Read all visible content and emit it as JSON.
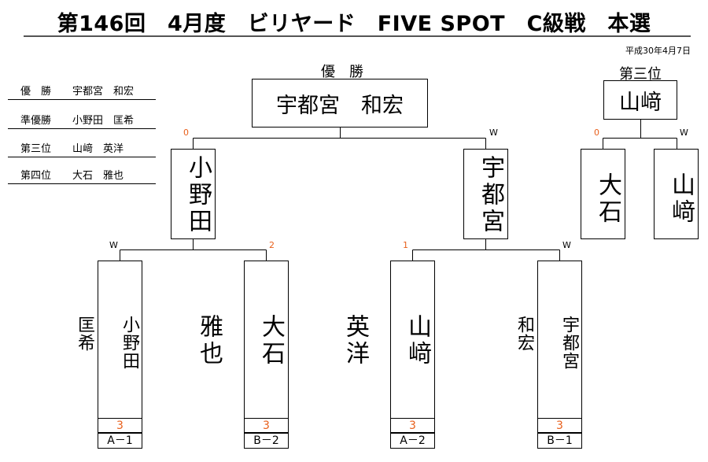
{
  "header": {
    "title": "第146回　4月度　ビリヤード　FIVE SPOT　C級戦　本選",
    "date": "平成30年4月7日"
  },
  "summary": [
    {
      "rank": "優　勝",
      "name": "宇都宮　和宏"
    },
    {
      "rank": "準優勝",
      "name": "小野田　匡希"
    },
    {
      "rank": "第三位",
      "name": "山﨑　英洋"
    },
    {
      "rank": "第四位",
      "name": "大石　雅也"
    }
  ],
  "champion": {
    "caption": "優　勝",
    "name": "宇都宮　和宏"
  },
  "semifinal": {
    "left": {
      "name": "小野田",
      "result": "0"
    },
    "right": {
      "name": "宇都宮",
      "result": "W"
    }
  },
  "third_place": {
    "caption": "第三位",
    "winner": "山﨑",
    "left": {
      "name": "大石",
      "result": "0"
    },
    "right": {
      "name": "山﨑",
      "result": "W"
    }
  },
  "first_round": [
    {
      "name": "小野田\n\n匡希",
      "result": "W",
      "score": "3",
      "match": "A－1"
    },
    {
      "name": "大石\n\n雅也",
      "result": "2",
      "score": "3",
      "match": "B－2"
    },
    {
      "name": "山﨑\n\n英洋",
      "result": "1",
      "score": "3",
      "match": "A－2"
    },
    {
      "name": "宇都宮\n\n和宏",
      "result": "W",
      "score": "3",
      "match": "B－1"
    }
  ],
  "colors": {
    "accent": "#e8601c",
    "line": "#000000"
  }
}
